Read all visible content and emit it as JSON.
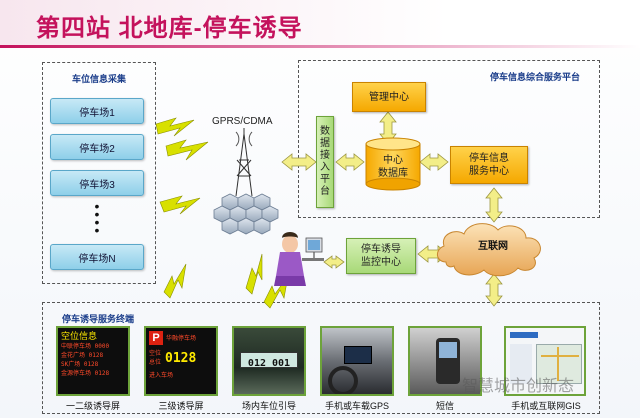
{
  "title": "第四站 北地库-停车诱导",
  "collection": {
    "label": "车位信息采集",
    "lots": [
      "停车场1",
      "停车场2",
      "停车场3",
      "停车场N"
    ]
  },
  "network": {
    "label": "GPRS/CDMA"
  },
  "platform": {
    "label": "停车信息综合服务平台",
    "access": [
      "数",
      "据",
      "接",
      "入",
      "平",
      "台"
    ],
    "management": "管理中心",
    "database": [
      "中心",
      "数据库"
    ],
    "service_center": [
      "停车信息",
      "服务中心"
    ]
  },
  "monitor": [
    "停车诱导",
    "监控中心"
  ],
  "internet": "互联网",
  "terminals": {
    "label": "停车诱导服务终端",
    "items": [
      "一二级诱导屏",
      "三级诱导屏",
      "场内车位引导",
      "手机或车载GPS",
      "短信",
      "手机或互联网GIS"
    ],
    "screen1": {
      "header": "空位信息",
      "rows": [
        "中联停车场 0000",
        "金花广场 0128",
        "SK广场 0128",
        "金源停车场 0128"
      ]
    },
    "screen2": {
      "header": "华融停车场",
      "count": "0128",
      "labels": [
        "空位",
        "总位"
      ],
      "footer": "进入车场"
    },
    "screen3": {
      "count": "012 001"
    }
  },
  "watermark": "智慧城市创新态",
  "colors": {
    "title": "#c4125c",
    "label": "#1a3d8a",
    "lot": "#8ecfe9",
    "orange": "#f5a800",
    "green": "#a8d978",
    "arrow": "#f3ee88",
    "bolt": "#d8e000"
  }
}
